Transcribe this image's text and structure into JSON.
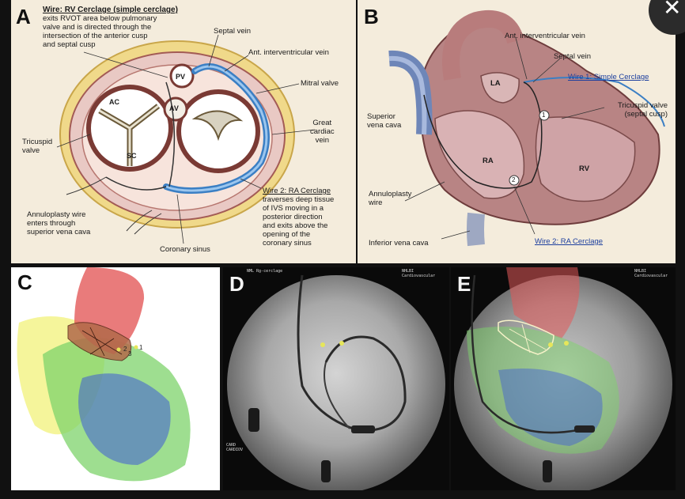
{
  "panelA": {
    "letter": "A",
    "wire1_title": "Wire: RV Cerclage (simple cerclage)",
    "wire1_desc": "exits RVOT area below pulmonary\nvalve and is directed through the\nintersection of the anterior cusp\nand septal cusp",
    "septal_vein": "Septal vein",
    "ant_vein": "Ant. interventricular vein",
    "mitral": "Mitral valve",
    "great_vein": "Great\ncardiac\nvein",
    "tricuspid": "Tricuspid\nvalve",
    "wire2_title": "Wire 2: RA Cerclage",
    "wire2_desc": "traverses deep tissue\nof IVS moving in a\nposterior direction\nand exits above the\nopening of the\ncoronary sinus",
    "annulo": "Annuloplasty wire\nenters through\nsuperior vena cava",
    "coronary": "Coronary sinus",
    "pv": "PV",
    "ac": "AC",
    "av": "AV",
    "sc": "SC"
  },
  "panelB": {
    "letter": "B",
    "ant_vein": "Ant. interventricular vein",
    "septal_vein": "Septal vein",
    "wire1": "Wire 1: Simple Cerclage",
    "tricuspid": "Tricuspid valve\n(septal cusp)",
    "svc": "Superior\nvena cava",
    "annulo": "Annuloplasty\nwire",
    "ivc": "Inferior vena cava",
    "wire2": "Wire 2: RA Cerclage",
    "la": "LA",
    "ra": "RA",
    "rv": "RV",
    "n1": "1",
    "n2": "2"
  },
  "panelC": {
    "letter": "C",
    "n1": "1",
    "n2": "2",
    "n3": "3"
  },
  "panelD": {
    "letter": "D",
    "header_left": "NML Rg-cerclage",
    "header_right": "NHLBI Cardiovascular",
    "overlay_left": "CARD\nCARDIOV"
  },
  "panelE": {
    "letter": "E",
    "header_right": "NHLBI Cardiovascular"
  },
  "colors": {
    "tan_bg": "#f4ecdc",
    "wire_blue": "#3b7fc4",
    "pink_tissue": "#e7c2c2",
    "overlay_red": "#e45a5a",
    "overlay_green": "#7ed36b",
    "overlay_blue": "#3e5bd6",
    "overlay_yellow": "#f2f27a"
  },
  "icons": {
    "close": "close-icon"
  }
}
